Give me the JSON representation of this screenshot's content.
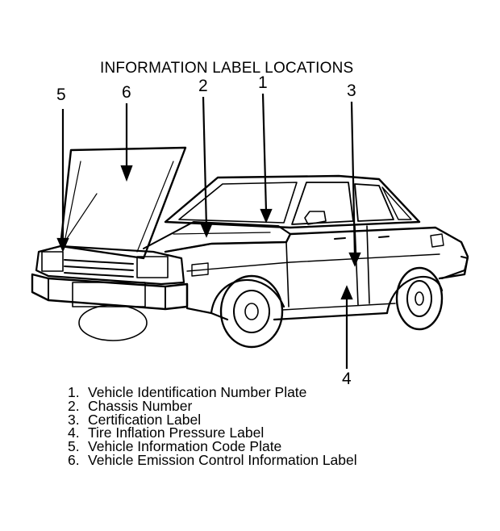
{
  "diagram": {
    "title": "INFORMATION LABEL LOCATIONS",
    "callouts": [
      "5",
      "6",
      "2",
      "1",
      "3",
      "4"
    ],
    "legend": [
      {
        "number": "1.",
        "label": "Vehicle Identification Number Plate"
      },
      {
        "number": "2.",
        "label": "Chassis Number"
      },
      {
        "number": "3.",
        "label": "Certification Label"
      },
      {
        "number": "4.",
        "label": "Tire Inflation Pressure Label"
      },
      {
        "number": "5.",
        "label": "Vehicle Information Code Plate"
      },
      {
        "number": "6.",
        "label": "Vehicle Emission Control Information Label"
      }
    ],
    "colors": {
      "ink": "#000000",
      "paper": "#ffffff"
    }
  }
}
